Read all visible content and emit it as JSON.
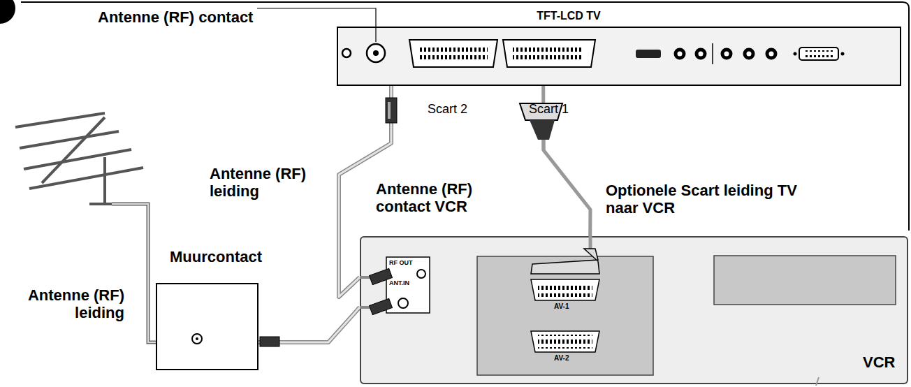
{
  "diagram": {
    "nodes": [
      {
        "text": [
          "TFT-LCD TV"
        ]
      },
      {
        "text": [
          "Muurcontact"
        ]
      },
      {
        "text": [
          "VCR"
        ]
      }
    ],
    "edges": [
      {
        "from": 1,
        "to": 2,
        "arrow": "none"
      },
      {
        "from": 2,
        "to": 0,
        "label": "Antenne (RF) leiding",
        "arrow": "none"
      },
      {
        "from": 2,
        "to": 0,
        "label": "Optionele Scart leiding TV naar VCR",
        "arrow": "none"
      }
    ],
    "labels": [
      "Antenne (RF) contact",
      "Scart 2",
      "Scart 1",
      "Antenne (RF) leiding",
      "Antenne (RF) contact VCR",
      "RF OUT",
      "ANT.IN",
      "AV-1",
      "AV-2"
    ]
  }
}
